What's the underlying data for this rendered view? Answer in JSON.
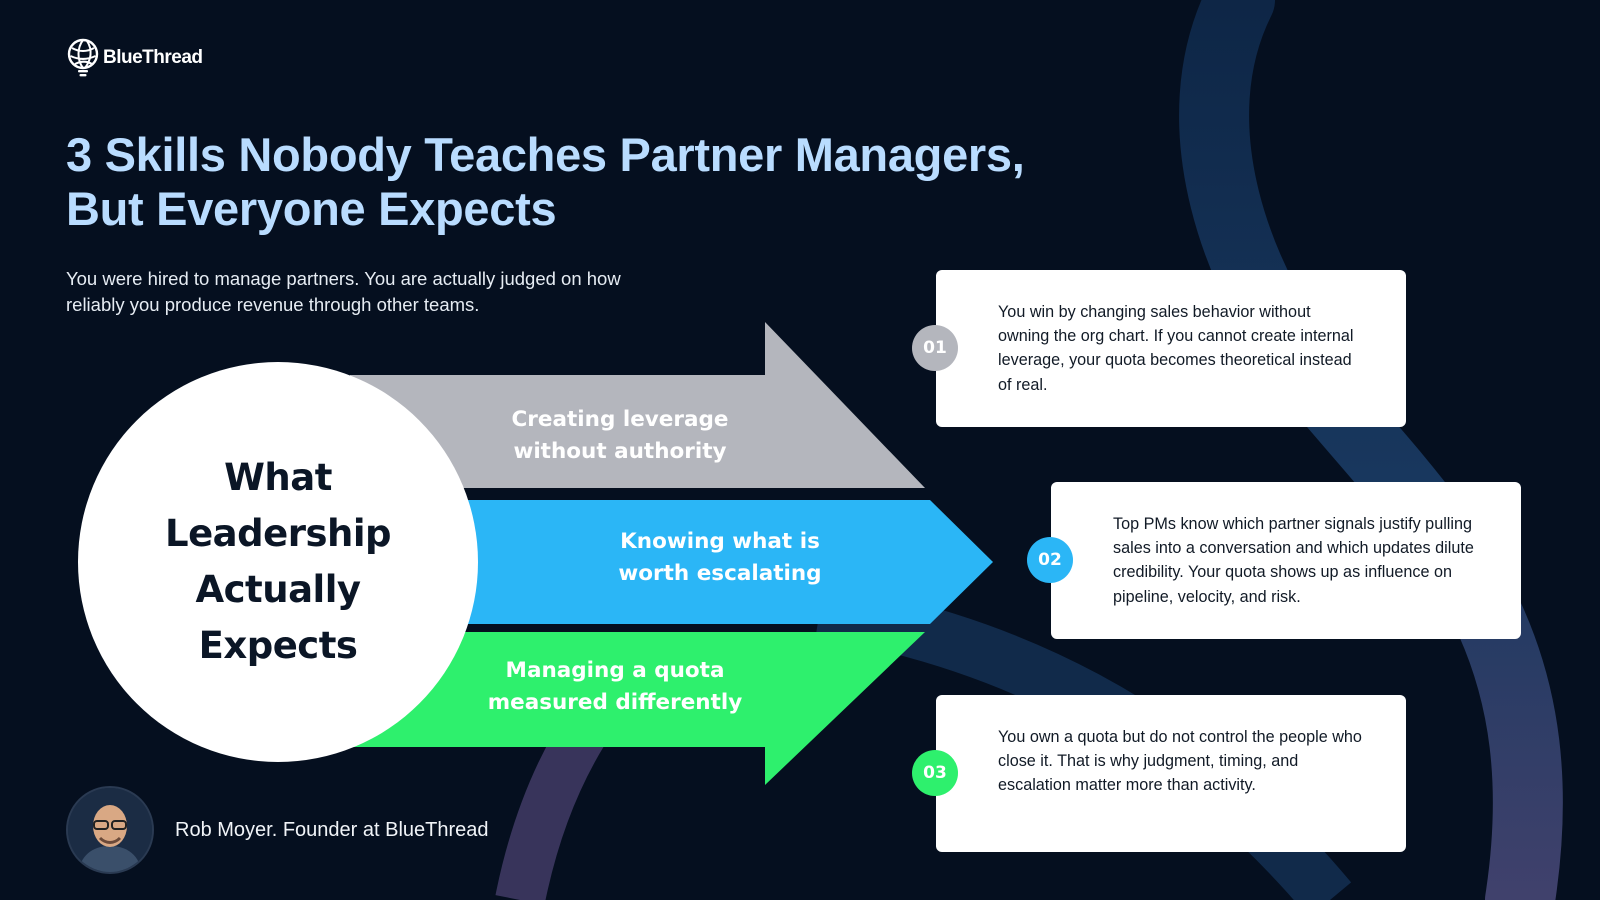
{
  "brand": {
    "name": "BlueThread"
  },
  "title": {
    "line1": "3 Skills Nobody Teaches Partner Managers,",
    "line2": "But Everyone Expects"
  },
  "subtitle": {
    "line1": "You were hired to manage partners. You are actually judged on how",
    "line2": "reliably you produce revenue through other teams."
  },
  "center": {
    "lines": [
      "What",
      "Leadership",
      "Actually",
      "Expects"
    ]
  },
  "skills": [
    {
      "number": "01",
      "label_line1": "Creating leverage",
      "label_line2": "without authority",
      "color": "#b4b6bd",
      "description": "You win by changing sales behavior without owning the org chart. If you cannot create internal leverage, your quota becomes theoretical instead of real."
    },
    {
      "number": "02",
      "label_line1": "Knowing what is",
      "label_line2": "worth escalating",
      "color": "#2bb6f6",
      "description": "Top PMs know which partner signals justify pulling sales into a conversation and which updates dilute credibility. Your quota shows up as influence on pipeline, velocity, and risk."
    },
    {
      "number": "03",
      "label_line1": "Managing a quota",
      "label_line2": "measured differently",
      "color": "#2ef06d",
      "description": "You own a quota but do not control the people who close it. That is why judgment, timing, and escalation matter more than activity."
    }
  ],
  "author": {
    "name": "Rob Moyer. Founder at BlueThread"
  }
}
